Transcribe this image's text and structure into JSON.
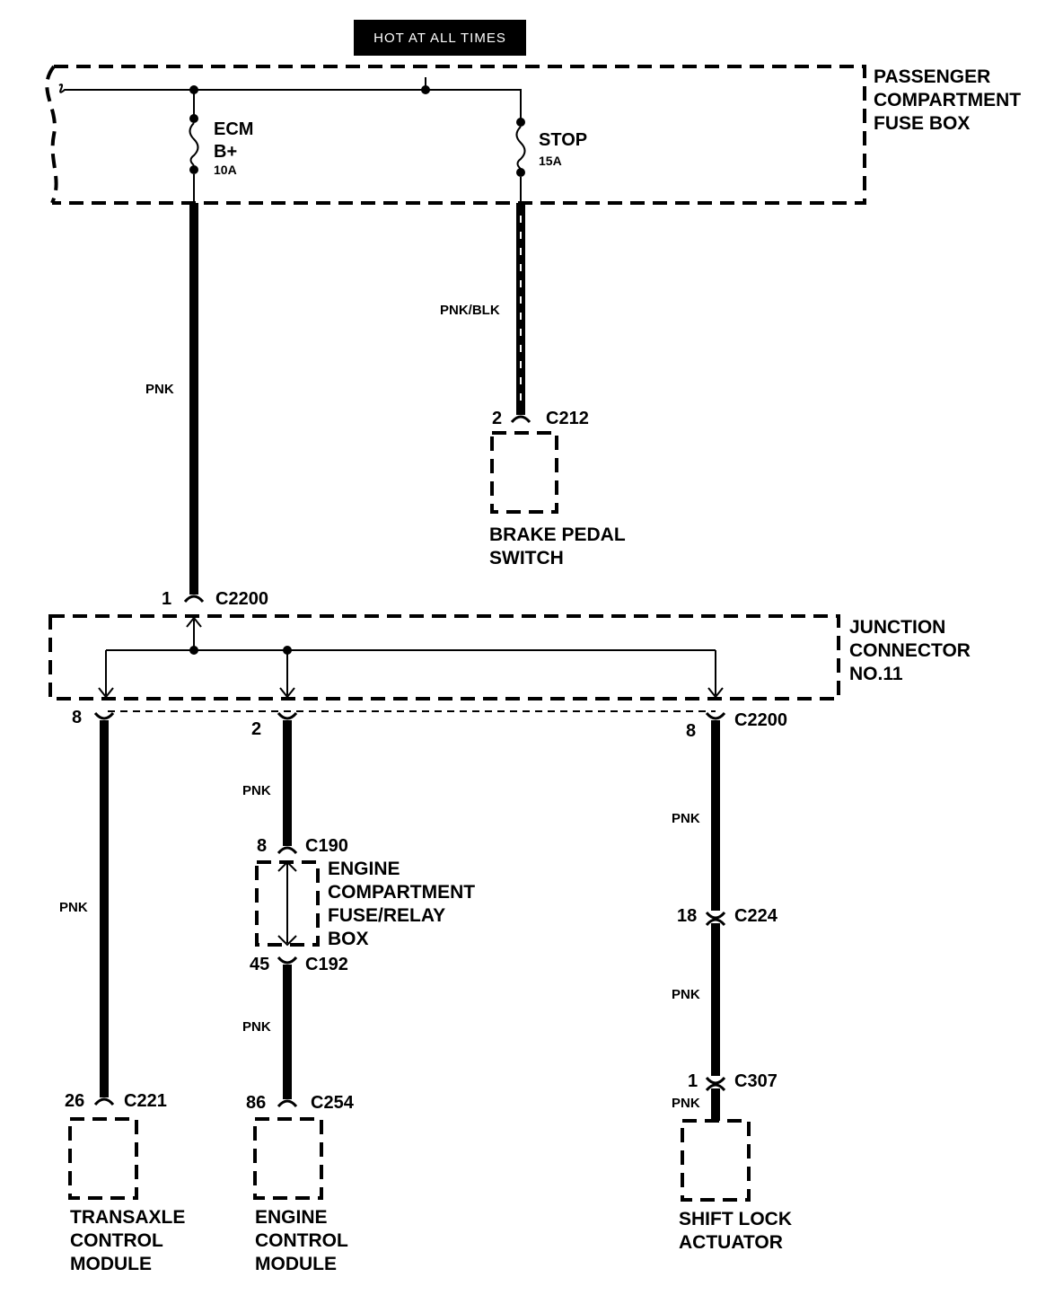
{
  "header": {
    "hot_label": "HOT AT ALL TIMES"
  },
  "passenger_fuse_box": {
    "title": [
      "PASSENGER",
      "COMPARTMENT",
      "FUSE BOX"
    ]
  },
  "fuses": {
    "ecm": {
      "name": [
        "ECM",
        "B+"
      ],
      "rating": "10A"
    },
    "stop": {
      "name": "STOP",
      "rating": "15A"
    }
  },
  "wires": {
    "ecm_main": "PNK",
    "stop": "PNK/BLK",
    "tcm": "PNK",
    "ecm_upper": "PNK",
    "ecm_lower": "PNK",
    "shift_upper": "PNK",
    "shift_middle": "PNK",
    "shift_lower": "PNK"
  },
  "connectors": {
    "c212": {
      "pin": "2",
      "name": "C212"
    },
    "c2200_in": {
      "pin": "1",
      "name": "C2200"
    },
    "tcm_out_pin": "8",
    "ecm_out_pin": "2",
    "c2200_out": {
      "pin": "8",
      "name": "C2200"
    },
    "c190": {
      "pin": "8",
      "name": "C190"
    },
    "c192": {
      "pin": "45",
      "name": "C192"
    },
    "c224": {
      "pin": "18",
      "name": "C224"
    },
    "c307": {
      "pin": "1",
      "name": "C307"
    },
    "c221": {
      "pin": "26",
      "name": "C221"
    },
    "c254": {
      "pin": "86",
      "name": "C254"
    }
  },
  "components": {
    "brake_pedal_switch": [
      "BRAKE PEDAL",
      "SWITCH"
    ],
    "junction_connector": [
      "JUNCTION",
      "CONNECTOR",
      "NO.11"
    ],
    "engine_fuse_relay_box": [
      "ENGINE",
      "COMPARTMENT",
      "FUSE/RELAY",
      "BOX"
    ],
    "tcm": [
      "TRANSAXLE",
      "CONTROL",
      "MODULE"
    ],
    "ecm": [
      "ENGINE",
      "CONTROL",
      "MODULE"
    ],
    "shift_lock": [
      "SHIFT LOCK",
      "ACTUATOR"
    ]
  }
}
